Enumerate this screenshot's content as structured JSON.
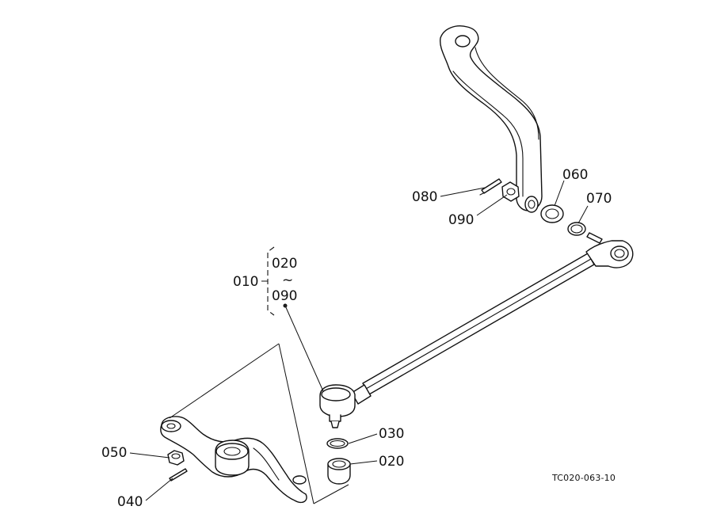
{
  "diagram": {
    "drawing_code": "TC020-063-10",
    "group": {
      "number": "010",
      "range_start": "020",
      "range_sep": "~",
      "range_end": "090"
    },
    "callouts": [
      "080",
      "090",
      "060",
      "070",
      "030",
      "020",
      "050",
      "040"
    ]
  }
}
